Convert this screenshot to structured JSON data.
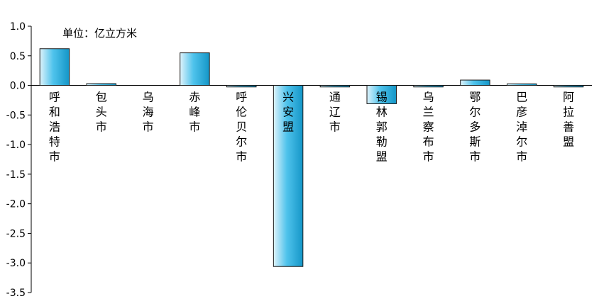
{
  "chart_data": {
    "type": "bar",
    "unit_note": "单位：亿立方米",
    "categories": [
      "呼和浩特市",
      "包头市",
      "乌海市",
      "赤峰市",
      "呼伦贝尔市",
      "兴安盟",
      "通辽市",
      "锡林郭勒盟",
      "乌兰察布市",
      "鄂尔多斯市",
      "巴彦淖尔市",
      "阿拉善盟"
    ],
    "values": [
      0.62,
      0.03,
      0.0,
      0.55,
      -0.02,
      -3.06,
      -0.02,
      -0.31,
      -0.02,
      0.09,
      0.01,
      -0.02
    ],
    "ylim": [
      -3.5,
      1.0
    ],
    "yticks": [
      "1.0",
      "0.5",
      "0.0",
      "-0.5",
      "-1.0",
      "-1.5",
      "-2.0",
      "-2.5",
      "-3.0",
      "-3.5"
    ],
    "grid": false,
    "colors": {
      "bar_light": "#dff3fb",
      "bar_mid": "#4fc3ec",
      "bar_dark": "#1496c7",
      "bar_stroke": "#1a1a1a",
      "axis": "#000000",
      "text": "#000000"
    }
  }
}
